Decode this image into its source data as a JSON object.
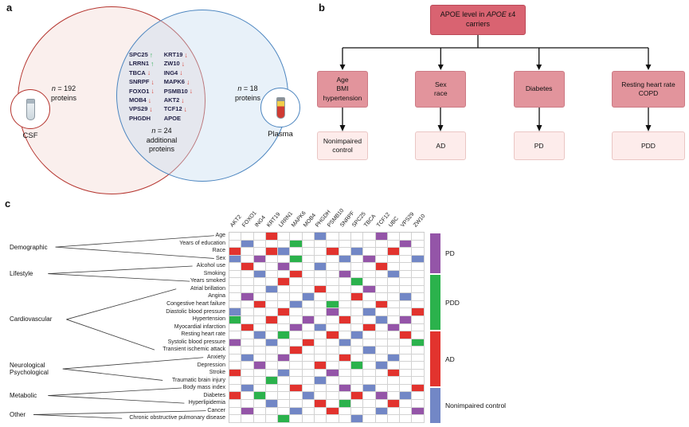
{
  "figure": {
    "a": "a",
    "b": "b",
    "c": "c"
  },
  "panel_a": {
    "csf_count": {
      "n": "n",
      "rest": " = 192",
      "unit": "proteins"
    },
    "plasma_count": {
      "n": "n",
      "rest": " = 18",
      "unit": "proteins"
    },
    "overlap_count": {
      "n": "n",
      "rest": " = 24",
      "line2": "additional",
      "line3": "proteins"
    },
    "csf_label": "CSF",
    "plasma_label": "Plasma",
    "shared_proteins": {
      "left": [
        {
          "name": "SPC25",
          "dir": "up"
        },
        {
          "name": "LRRN1",
          "dir": "up"
        },
        {
          "name": "TBCA",
          "dir": "down"
        },
        {
          "name": "SNRPF",
          "dir": "down"
        },
        {
          "name": "FOXO1",
          "dir": "down"
        },
        {
          "name": "MOB4",
          "dir": "down"
        },
        {
          "name": "VPS29",
          "dir": "down"
        },
        {
          "name": "PHGDH",
          "dir": null
        }
      ],
      "right": [
        {
          "name": "KRT19",
          "dir": "down"
        },
        {
          "name": "ZW10",
          "dir": "down"
        },
        {
          "name": "ING4",
          "dir": "down"
        },
        {
          "name": "MAPK6",
          "dir": "down"
        },
        {
          "name": "PSMB10",
          "dir": "down"
        },
        {
          "name": "AKT2",
          "dir": "down"
        },
        {
          "name": "TCF12",
          "dir": "down"
        },
        {
          "name": "APOE",
          "dir": null
        }
      ]
    },
    "colors": {
      "csf_circle_stroke": "#b5352f",
      "plasma_circle_stroke": "#4d86c0",
      "up_arrow": "#2fae54",
      "down_arrow": "#d63c30"
    }
  },
  "panel_b": {
    "root": {
      "pre": "APOE level in ",
      "gene": "APOE",
      "post": " ε4 carriers"
    },
    "branches": [
      {
        "factors": [
          "Age",
          "BMI",
          "hypertension"
        ],
        "outcome": "Nonimpaired control"
      },
      {
        "factors": [
          "Sex",
          "race"
        ],
        "outcome": "AD"
      },
      {
        "factors": [
          "Diabetes"
        ],
        "outcome": "PD"
      },
      {
        "factors": [
          "Resting heart rate",
          "COPD"
        ],
        "outcome": "PDD"
      }
    ],
    "colors": {
      "root_fill": "#d96371",
      "root_border": "#bb4a58",
      "branch_fill": "#e2949c",
      "branch_border": "#cc7a84",
      "outcome_fill": "#fdeceb",
      "outcome_border": "#eac6c4"
    }
  },
  "chart_data": {
    "type": "heatmap",
    "columns": [
      "AKT2",
      "FOXO1",
      "ING4",
      "KRT19",
      "LRRN1",
      "MAPK6",
      "MOB4",
      "PHGDH",
      "PSMB10",
      "SNRPF",
      "SPC25",
      "TBCA",
      "TCF12",
      "UBC",
      "VPS29",
      "ZW10"
    ],
    "row_groups": [
      {
        "label": [
          "Demographic"
        ],
        "rows": [
          "Age",
          "Years of education",
          "Race",
          "Sex"
        ]
      },
      {
        "label": [
          "Lifestyle"
        ],
        "rows": [
          "Alcohol use",
          "Smoking",
          "Years smoked"
        ]
      },
      {
        "label": [
          "Cardiovascular"
        ],
        "rows": [
          "Atrial brillation",
          "Angina",
          "Congestive heart failure",
          "Diastolic blood pressure",
          "Hypertension",
          "Myocardial infarction",
          "Resting heart rate",
          "Systolic blood pressure",
          "Transient ischemic attack"
        ]
      },
      {
        "label": [
          "Neurological",
          "Psychological"
        ],
        "rows": [
          "Anxiety",
          "Depression",
          "Stroke",
          "Traumatic brain injury"
        ]
      },
      {
        "label": [
          "Metabolic"
        ],
        "rows": [
          "Body mass index",
          "Diabetes",
          "Hyperlipidemia"
        ]
      },
      {
        "label": [
          "Other"
        ],
        "rows": [
          "Cancer",
          "Chronic obstructive pulmonary disease"
        ]
      }
    ],
    "color_key": {
      "P": {
        "label": "PD",
        "color": "#9455a8"
      },
      "G": {
        "label": "PDD",
        "color": "#2bb24c"
      },
      "R": {
        "label": "AD",
        "color": "#e2332e"
      },
      "B": {
        "label": "Nonimpaired control",
        "color": "#7287c6"
      }
    },
    "legend": [
      {
        "label": "PD",
        "color": "#9455a8"
      },
      {
        "label": "PDD",
        "color": "#2bb24c"
      },
      {
        "label": "AD",
        "color": "#e2332e"
      },
      {
        "label": "Nonimpaired control",
        "color": "#7287c6"
      }
    ],
    "cells": [
      "...R...B....P...",
      ".B...G........P.",
      "R..RB...R.B..R..",
      "B.P..G...B.P...B",
      ".R..P..B....R...",
      "..B..R...P...B..",
      "....R.....G.....",
      "...B...R...P....",
      ".P....B...R...B.",
      "..R..B..G...R...",
      "B...R...P..B...R",
      "G..R..P..R..B.P.",
      ".R...P.B...R.P..",
      "..B.G...R.B...R.",
      "P..B..R..B.....G",
      ".....R.....B....",
      ".B..P....R...B..",
      "..P....R..G.B...",
      "R...B...P....R..",
      "...G...B........",
      ".B...R...P.B...R",
      "R.G...B...R.P.B.",
      "...B...R.G...R..",
      ".P...B..R...B..P",
      "....G.....B....."
    ],
    "cell_codes": "P=PD (purple), G=PDD (green), R=AD (red), B=Nonimpaired control (blue), .=none"
  }
}
